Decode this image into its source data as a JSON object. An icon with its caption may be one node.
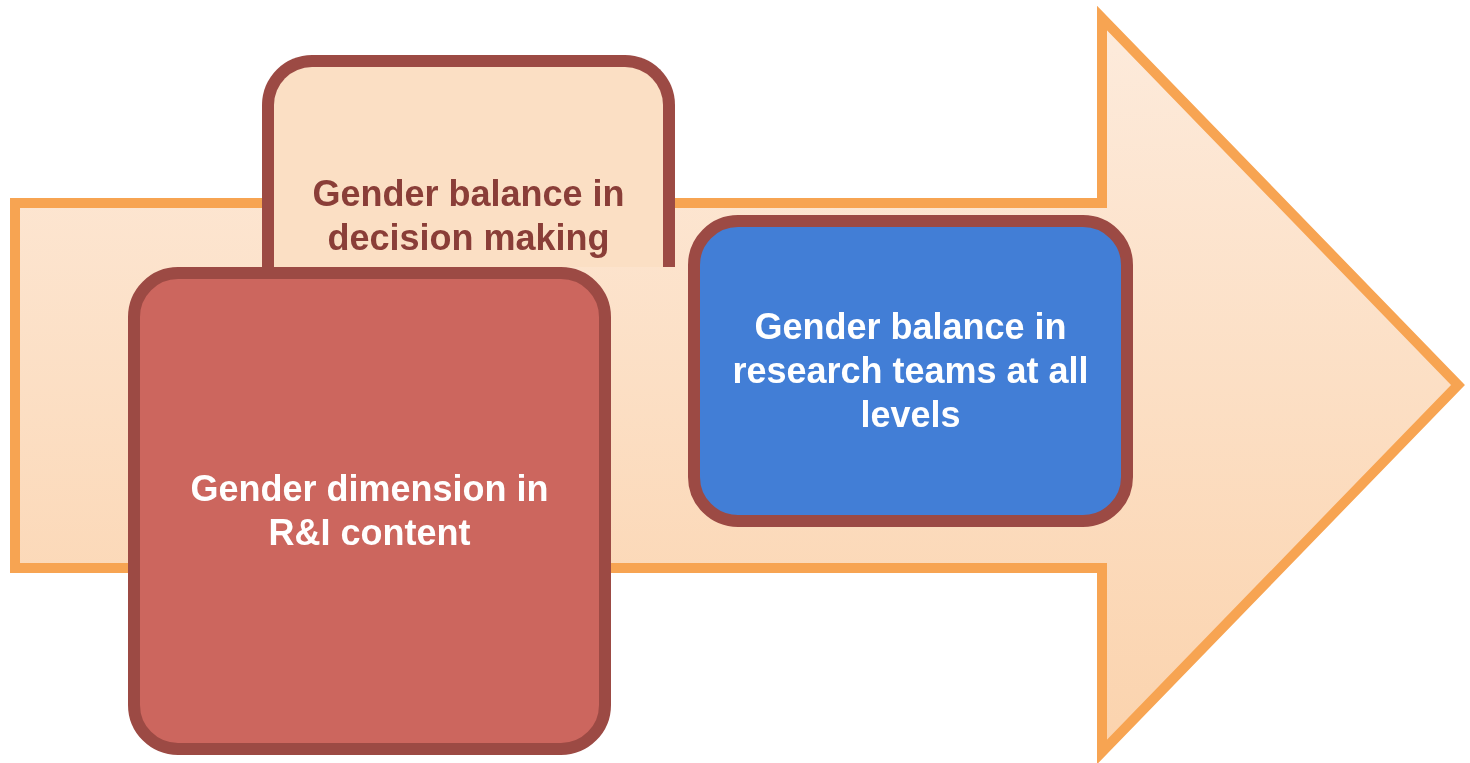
{
  "diagram": {
    "nodes": [
      {
        "text": [
          "Gender balance in decision making"
        ]
      },
      {
        "text": [
          "Gender balance in research teams at all levels"
        ]
      },
      {
        "text": [
          "Gender dimension in R&I content"
        ]
      }
    ]
  }
}
